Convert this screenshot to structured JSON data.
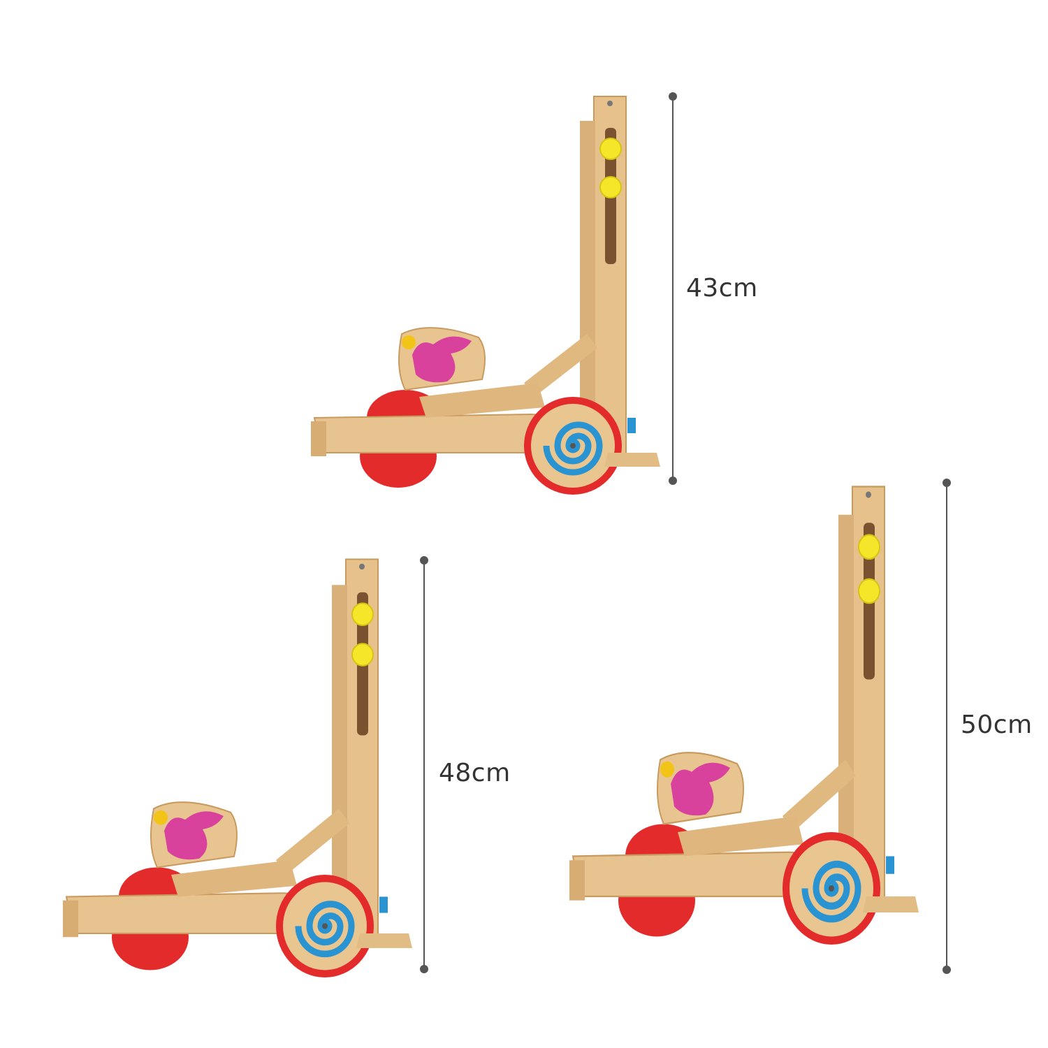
{
  "measurements": {
    "top": "43cm",
    "bottom_left": "48cm",
    "bottom_right": "50cm"
  },
  "colors": {
    "wood": "#e7c38f",
    "wood_dark": "#c89a5e",
    "wheel_red": "#e32b2b",
    "swirl_blue": "#2a93d1",
    "knob_yellow": "#f5e62a",
    "rabbit_pink": "#d8419c",
    "guide_line": "#555555"
  }
}
